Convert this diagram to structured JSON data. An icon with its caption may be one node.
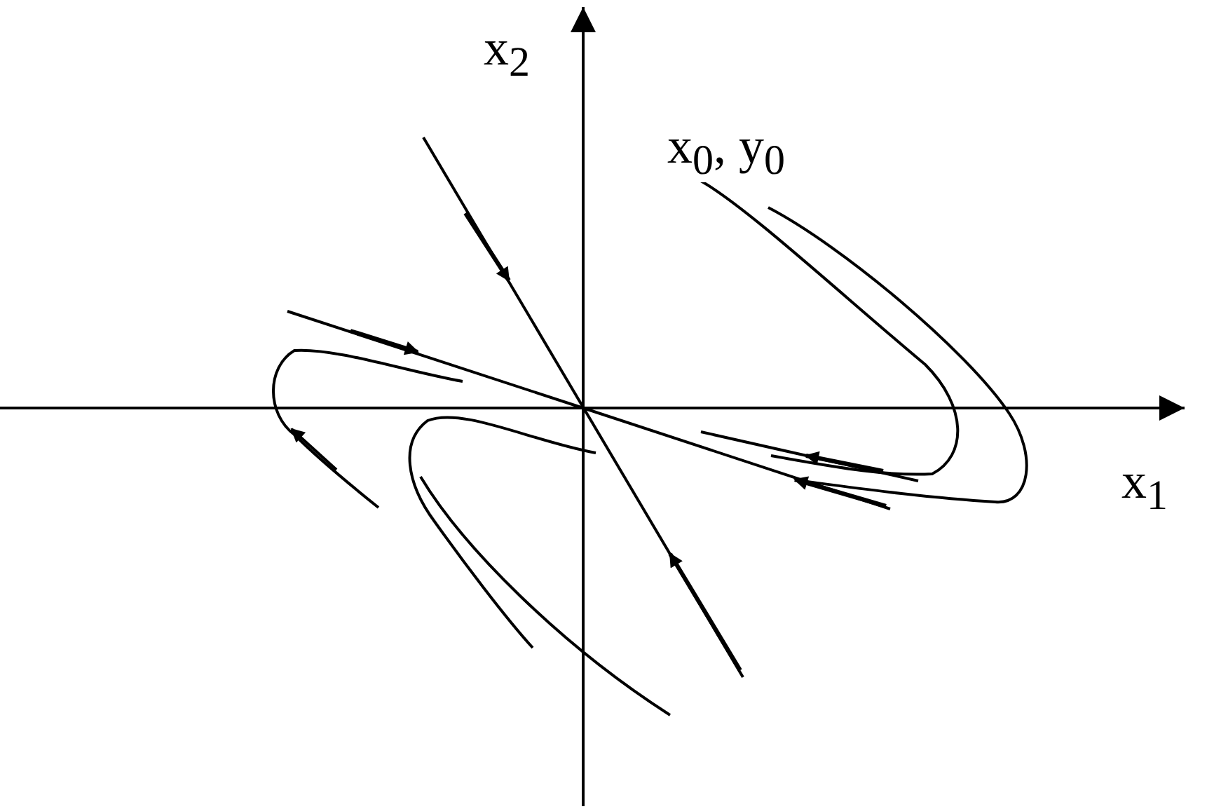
{
  "diagram": {
    "labels": [
      "x$_{2}$",
      "x$_{0}$, y$_{0}$",
      "x$_{1}$"
    ]
  }
}
